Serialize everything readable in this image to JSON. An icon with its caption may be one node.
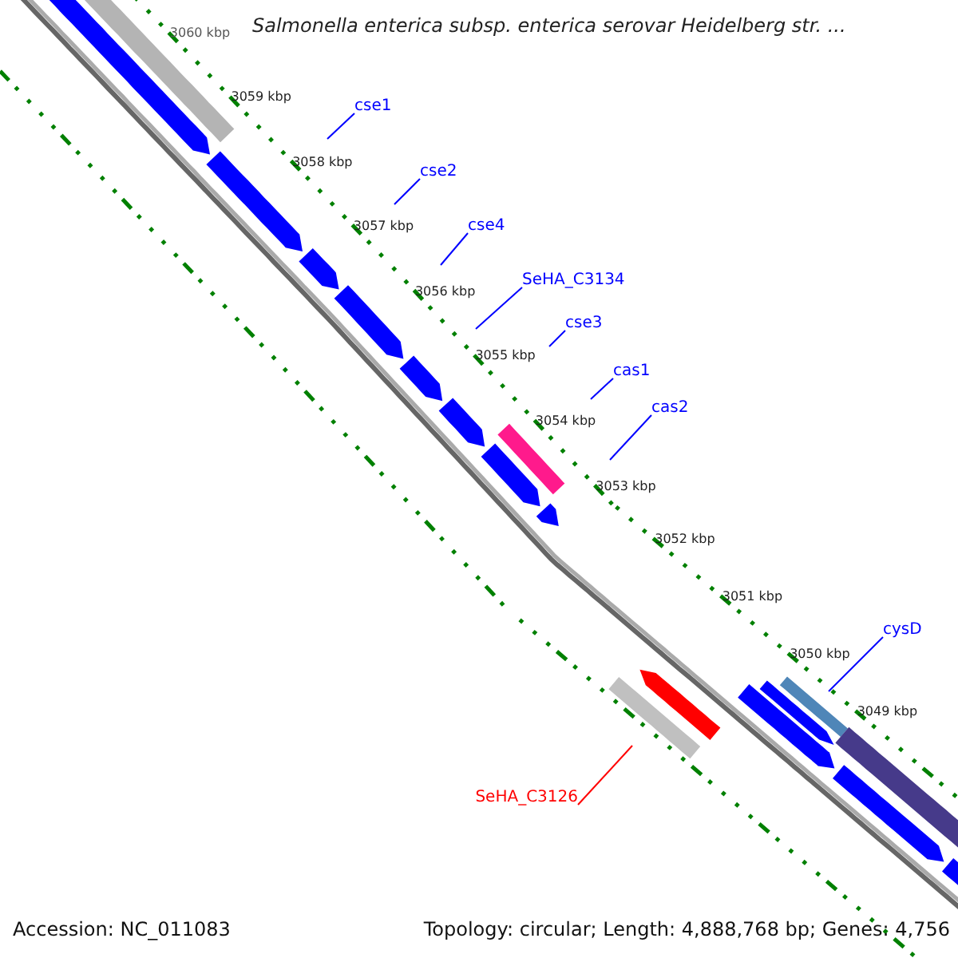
{
  "diagram": {
    "title": "Salmonella enterica subsp. enterica serovar Heidelberg str. ...",
    "nodes": [
      {
        "text": [
          "cse1"
        ]
      },
      {
        "text": [
          "cse2"
        ]
      },
      {
        "text": [
          "cse4"
        ]
      },
      {
        "text": [
          "SeHA_C3134"
        ]
      },
      {
        "text": [
          "cse3"
        ]
      },
      {
        "text": [
          "cas1"
        ]
      },
      {
        "text": [
          "cas2"
        ]
      },
      {
        "text": [
          "cysD"
        ]
      },
      {
        "text": [
          "SeHA_C3126"
        ]
      }
    ],
    "edges": [
      {
        "from": 0,
        "to": null,
        "arrow": "none"
      },
      {
        "from": 1,
        "to": null,
        "arrow": "none"
      },
      {
        "from": 2,
        "to": null,
        "arrow": "none"
      },
      {
        "from": 3,
        "to": null,
        "arrow": "none"
      },
      {
        "from": 4,
        "to": null,
        "arrow": "none"
      },
      {
        "from": 5,
        "to": null,
        "arrow": "none"
      },
      {
        "from": 6,
        "to": null,
        "arrow": "none"
      },
      {
        "from": 7,
        "to": null,
        "arrow": "none"
      },
      {
        "from": 8,
        "to": null,
        "arrow": "none",
        "color": "#ff0000"
      }
    ],
    "labels": [
      "3060 kbp",
      "3059 kbp",
      "3058 kbp",
      "3057 kbp",
      "3056 kbp",
      "3055 kbp",
      "3054 kbp",
      "3053 kbp",
      "3052 kbp",
      "3051 kbp",
      "3050 kbp",
      "3049 kbp",
      "Accession: NC_011083",
      "Topology: circular; Length: 4,888,768 bp; Genes: 4,756"
    ]
  }
}
